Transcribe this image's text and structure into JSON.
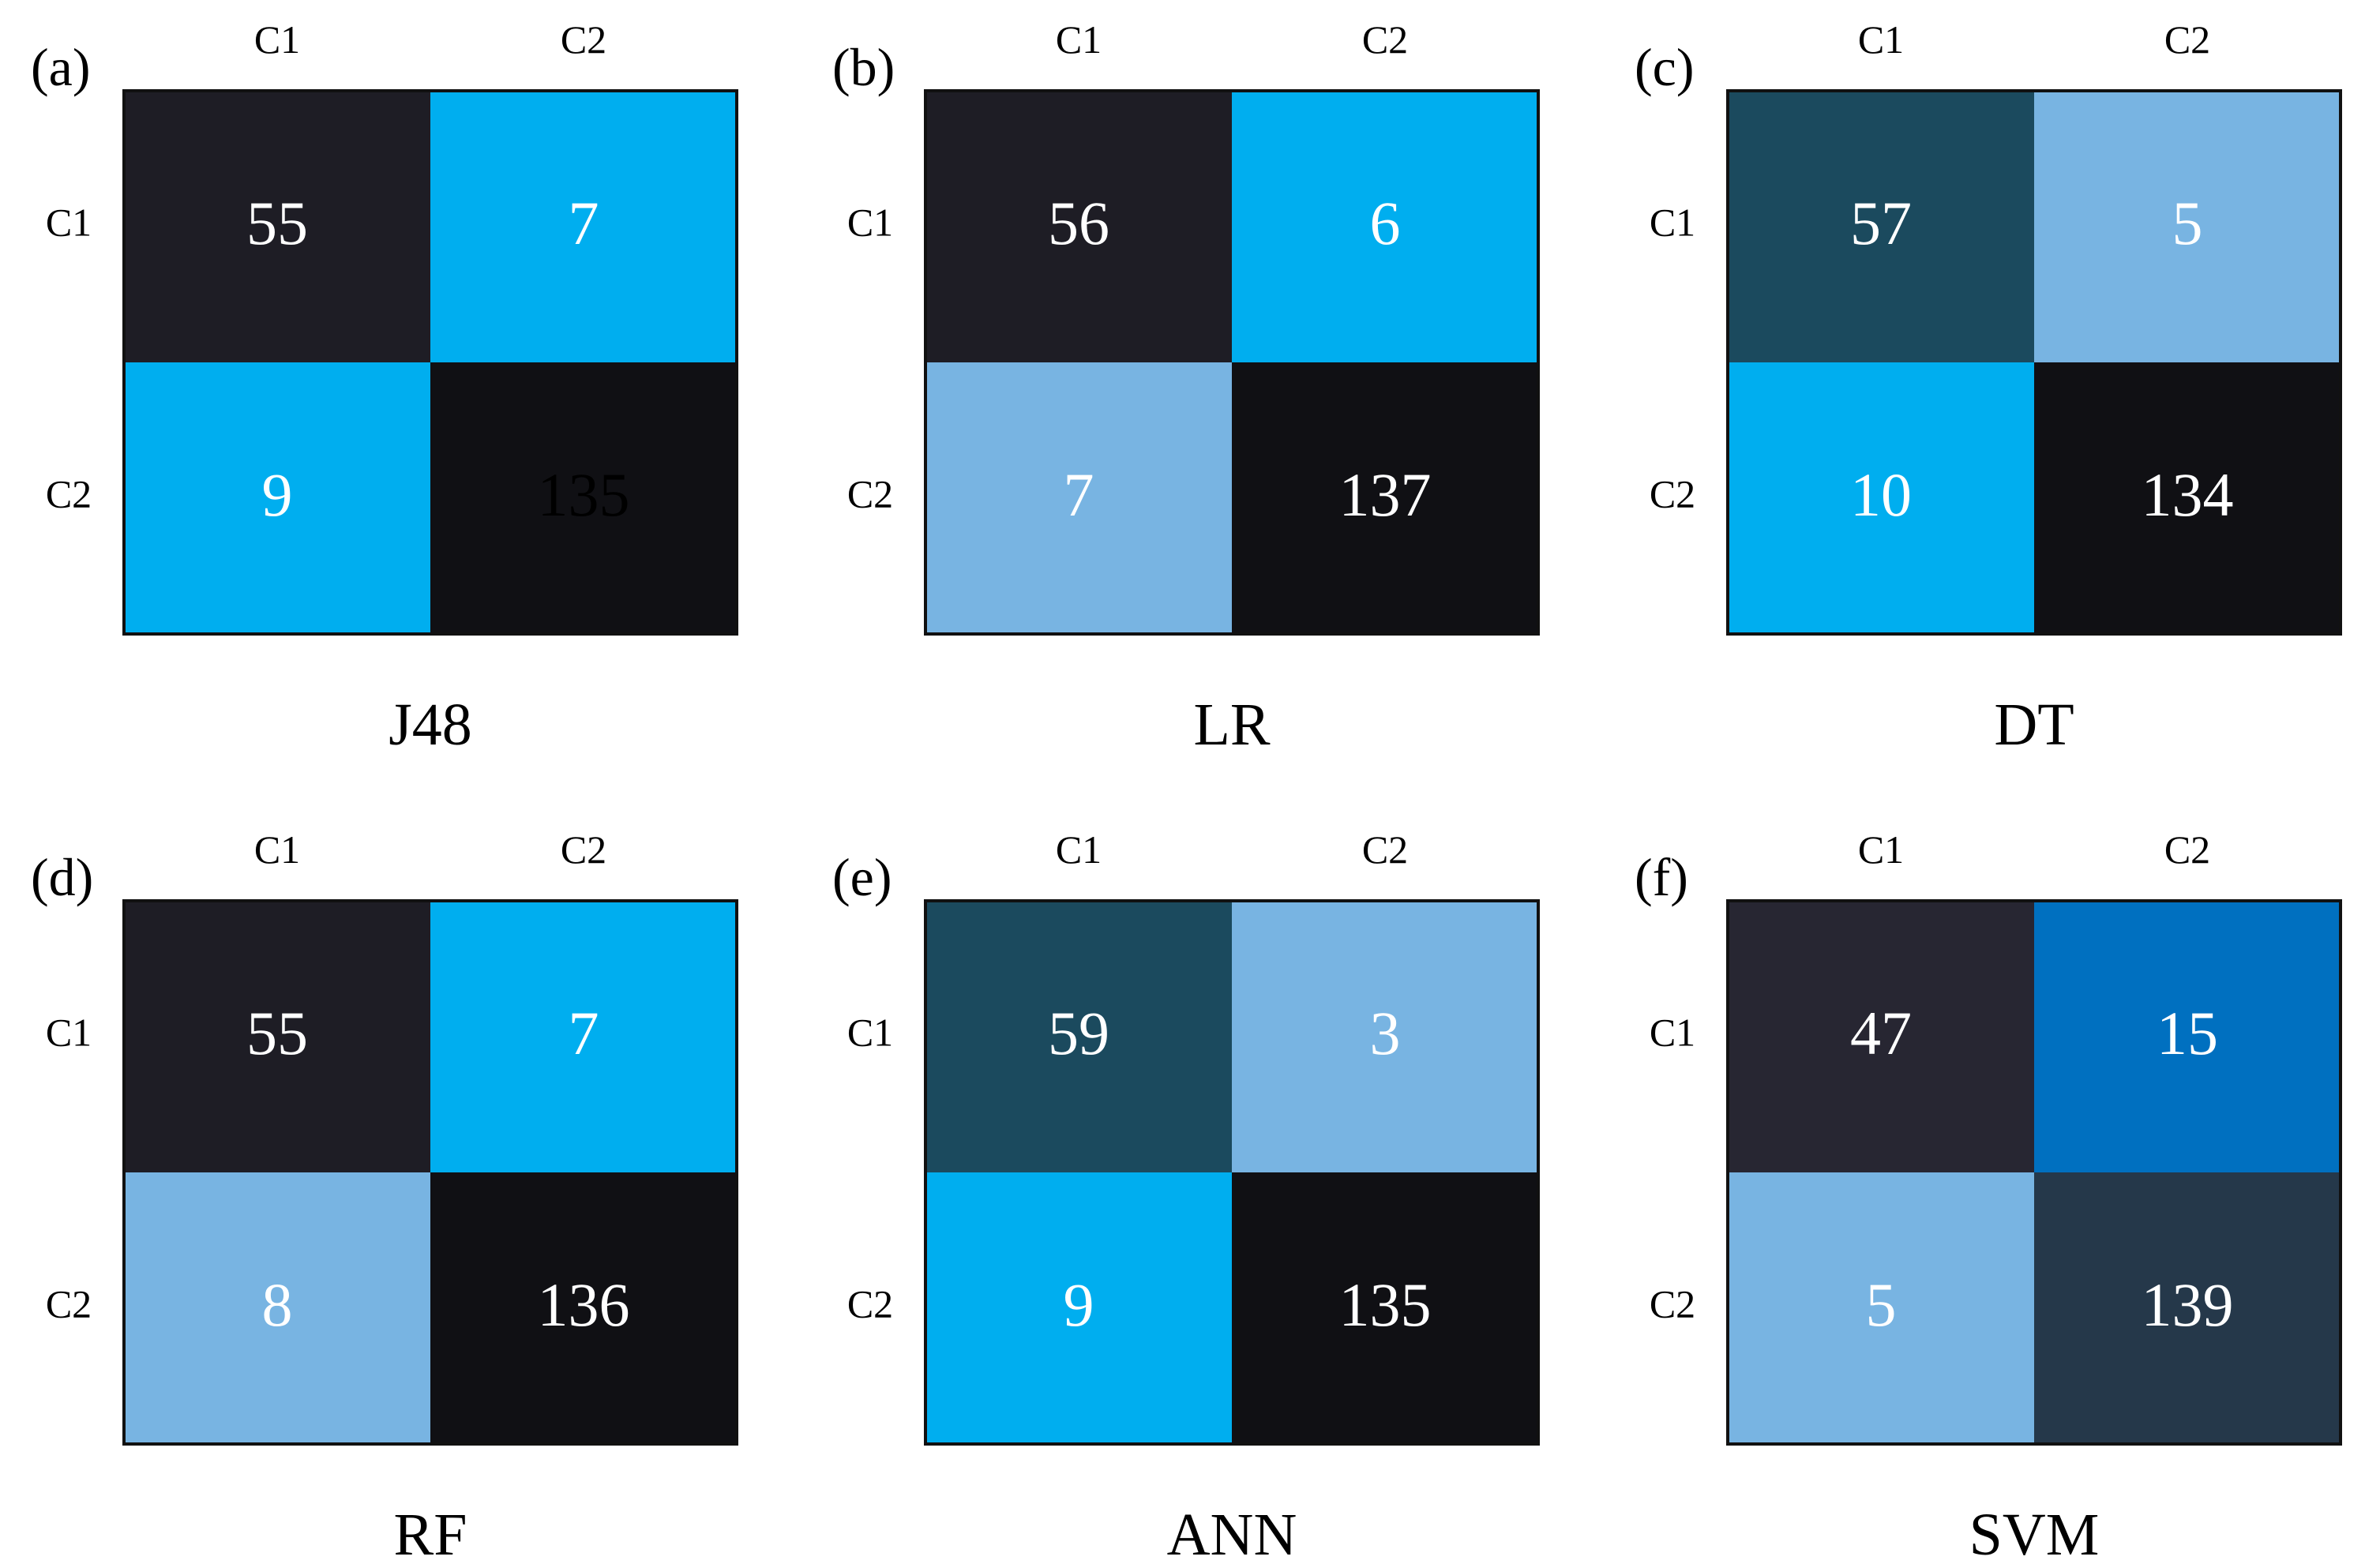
{
  "chart_data": [
    {
      "type": "heatmap",
      "panel": "(a)",
      "title": "J48",
      "col_labels": [
        "C1",
        "C2"
      ],
      "row_labels": [
        "C1",
        "C2"
      ],
      "values": [
        [
          55,
          7
        ],
        [
          9,
          135
        ]
      ],
      "cell_colors": [
        [
          "#1e1d25",
          "#00aeef"
        ],
        [
          "#00aeef",
          "#101014"
        ]
      ],
      "text_colors": [
        [
          "#ffffff",
          "#ffffff"
        ],
        [
          "#ffffff",
          "#000000"
        ]
      ]
    },
    {
      "type": "heatmap",
      "panel": "(b)",
      "title": "LR",
      "col_labels": [
        "C1",
        "C2"
      ],
      "row_labels": [
        "C1",
        "C2"
      ],
      "values": [
        [
          56,
          6
        ],
        [
          7,
          137
        ]
      ],
      "cell_colors": [
        [
          "#1e1d25",
          "#00aeef"
        ],
        [
          "#78b4e2",
          "#101014"
        ]
      ],
      "text_colors": [
        [
          "#ffffff",
          "#ffffff"
        ],
        [
          "#ffffff",
          "#ffffff"
        ]
      ]
    },
    {
      "type": "heatmap",
      "panel": "(c)",
      "title": "DT",
      "col_labels": [
        "C1",
        "C2"
      ],
      "row_labels": [
        "C1",
        "C2"
      ],
      "values": [
        [
          57,
          5
        ],
        [
          10,
          134
        ]
      ],
      "cell_colors": [
        [
          "#1b4a5e",
          "#78b4e2"
        ],
        [
          "#00aeef",
          "#101014"
        ]
      ],
      "text_colors": [
        [
          "#ffffff",
          "#ffffff"
        ],
        [
          "#ffffff",
          "#ffffff"
        ]
      ]
    },
    {
      "type": "heatmap",
      "panel": "(d)",
      "title": "RF",
      "col_labels": [
        "C1",
        "C2"
      ],
      "row_labels": [
        "C1",
        "C2"
      ],
      "values": [
        [
          55,
          7
        ],
        [
          8,
          136
        ]
      ],
      "cell_colors": [
        [
          "#1e1d25",
          "#00aeef"
        ],
        [
          "#78b4e2",
          "#101014"
        ]
      ],
      "text_colors": [
        [
          "#ffffff",
          "#ffffff"
        ],
        [
          "#ffffff",
          "#ffffff"
        ]
      ]
    },
    {
      "type": "heatmap",
      "panel": "(e)",
      "title": "ANN",
      "col_labels": [
        "C1",
        "C2"
      ],
      "row_labels": [
        "C1",
        "C2"
      ],
      "values": [
        [
          59,
          3
        ],
        [
          9,
          135
        ]
      ],
      "cell_colors": [
        [
          "#1b4a5e",
          "#78b4e2"
        ],
        [
          "#00aeef",
          "#101014"
        ]
      ],
      "text_colors": [
        [
          "#ffffff",
          "#ffffff"
        ],
        [
          "#ffffff",
          "#ffffff"
        ]
      ]
    },
    {
      "type": "heatmap",
      "panel": "(f)",
      "title": "SVM",
      "col_labels": [
        "C1",
        "C2"
      ],
      "row_labels": [
        "C1",
        "C2"
      ],
      "values": [
        [
          47,
          15
        ],
        [
          5,
          139
        ]
      ],
      "cell_colors": [
        [
          "#272632",
          "#0070c0"
        ],
        [
          "#78b4e2",
          "#25384a"
        ]
      ],
      "text_colors": [
        [
          "#ffffff",
          "#ffffff"
        ],
        [
          "#ffffff",
          "#ffffff"
        ]
      ]
    }
  ]
}
